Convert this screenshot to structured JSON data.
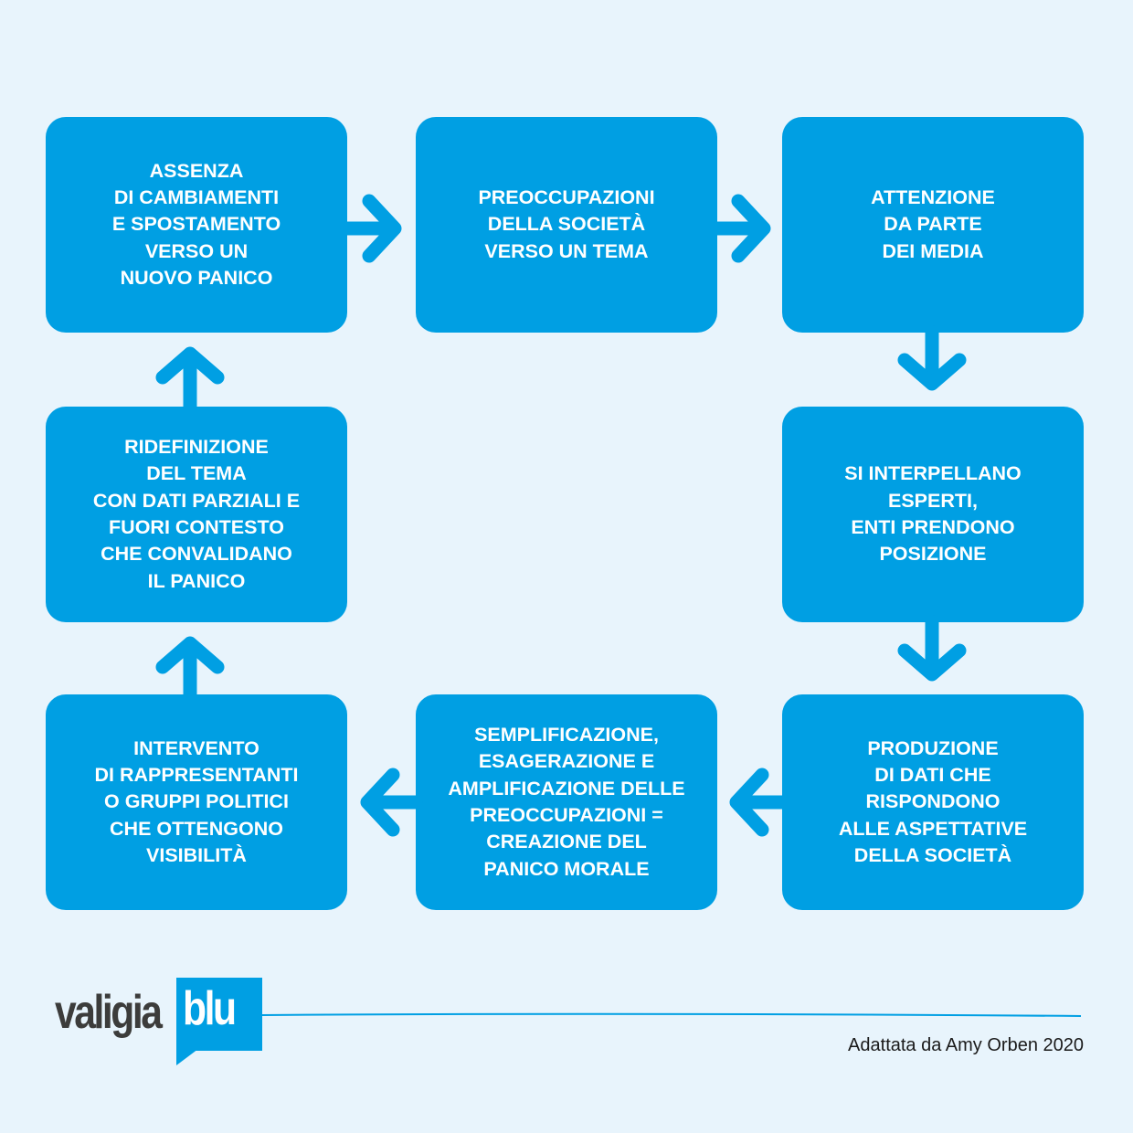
{
  "steps": [
    {
      "text": "ASSENZA\nDI CAMBIAMENTI\nE SPOSTAMENTO\nVERSO UN\nNUOVO PANICO"
    },
    {
      "text": "PREOCCUPAZIONI\nDELLA SOCIETÀ\nVERSO UN TEMA"
    },
    {
      "text": "ATTENZIONE\nDA PARTE\nDEI MEDIA"
    },
    {
      "text": "SI INTERPELLANO\nESPERTI,\nENTI PRENDONO\nPOSIZIONE"
    },
    {
      "text": "PRODUZIONE\nDI DATI CHE\nRISPONDONO\nALLE ASPETTATIVE\nDELLA SOCIETÀ"
    },
    {
      "text": "SEMPLIFICAZIONE,\nESAGERAZIONE E\nAMPLIFICAZIONE DELLE\nPREOCCUPAZIONI =\nCREAZIONE DEL\nPANICO MORALE"
    },
    {
      "text": "INTERVENTO\nDI RAPPRESENTANTI\nO GRUPPI POLITICI\nCHE OTTENGONO\nVISIBILITÀ"
    },
    {
      "text": "RIDEFINIZIONE\nDEL TEMA\nCON DATI PARZIALI E\nFUORI CONTESTO\nCHE CONVALIDANO\nIL PANICO"
    }
  ],
  "logo": {
    "part1": "valigia",
    "part2": "blu"
  },
  "caption": "Adattata da Amy Orben 2020",
  "colors": {
    "accent": "#009fe3",
    "background": "#e8f4fc",
    "logo_dark": "#3c3c3b"
  }
}
